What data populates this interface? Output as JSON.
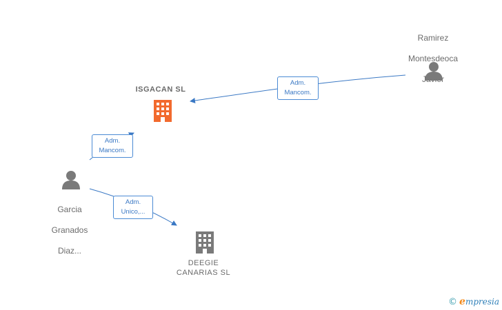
{
  "nodes": {
    "isgacan": {
      "name": "ISGACAN  SL",
      "kind": "company",
      "color": "#f26a2e"
    },
    "deegie": {
      "line1": "DEEGIE",
      "line2": "CANARIAS  SL",
      "kind": "company",
      "color": "#7a7a7a"
    },
    "ramirez": {
      "line1": "Ramirez",
      "line2": "Montesdeoca",
      "line3": "Javier",
      "kind": "person",
      "color": "#7a7a7a"
    },
    "garcia": {
      "line1": "Garcia",
      "line2": "Granados",
      "line3": "Diaz...",
      "kind": "person",
      "color": "#7a7a7a"
    }
  },
  "edges": [
    {
      "from": "ramirez",
      "to": "isgacan",
      "label_line1": "Adm.",
      "label_line2": "Mancom."
    },
    {
      "from": "garcia",
      "to": "isgacan",
      "label_line1": "Adm.",
      "label_line2": "Mancom."
    },
    {
      "from": "garcia",
      "to": "deegie",
      "label_line1": "Adm.",
      "label_line2": "Unico,..."
    }
  ],
  "colors": {
    "edge": "#3a78c4"
  },
  "watermark": {
    "copyright": "©",
    "brand_first": "e",
    "brand_rest": "mpresia"
  }
}
